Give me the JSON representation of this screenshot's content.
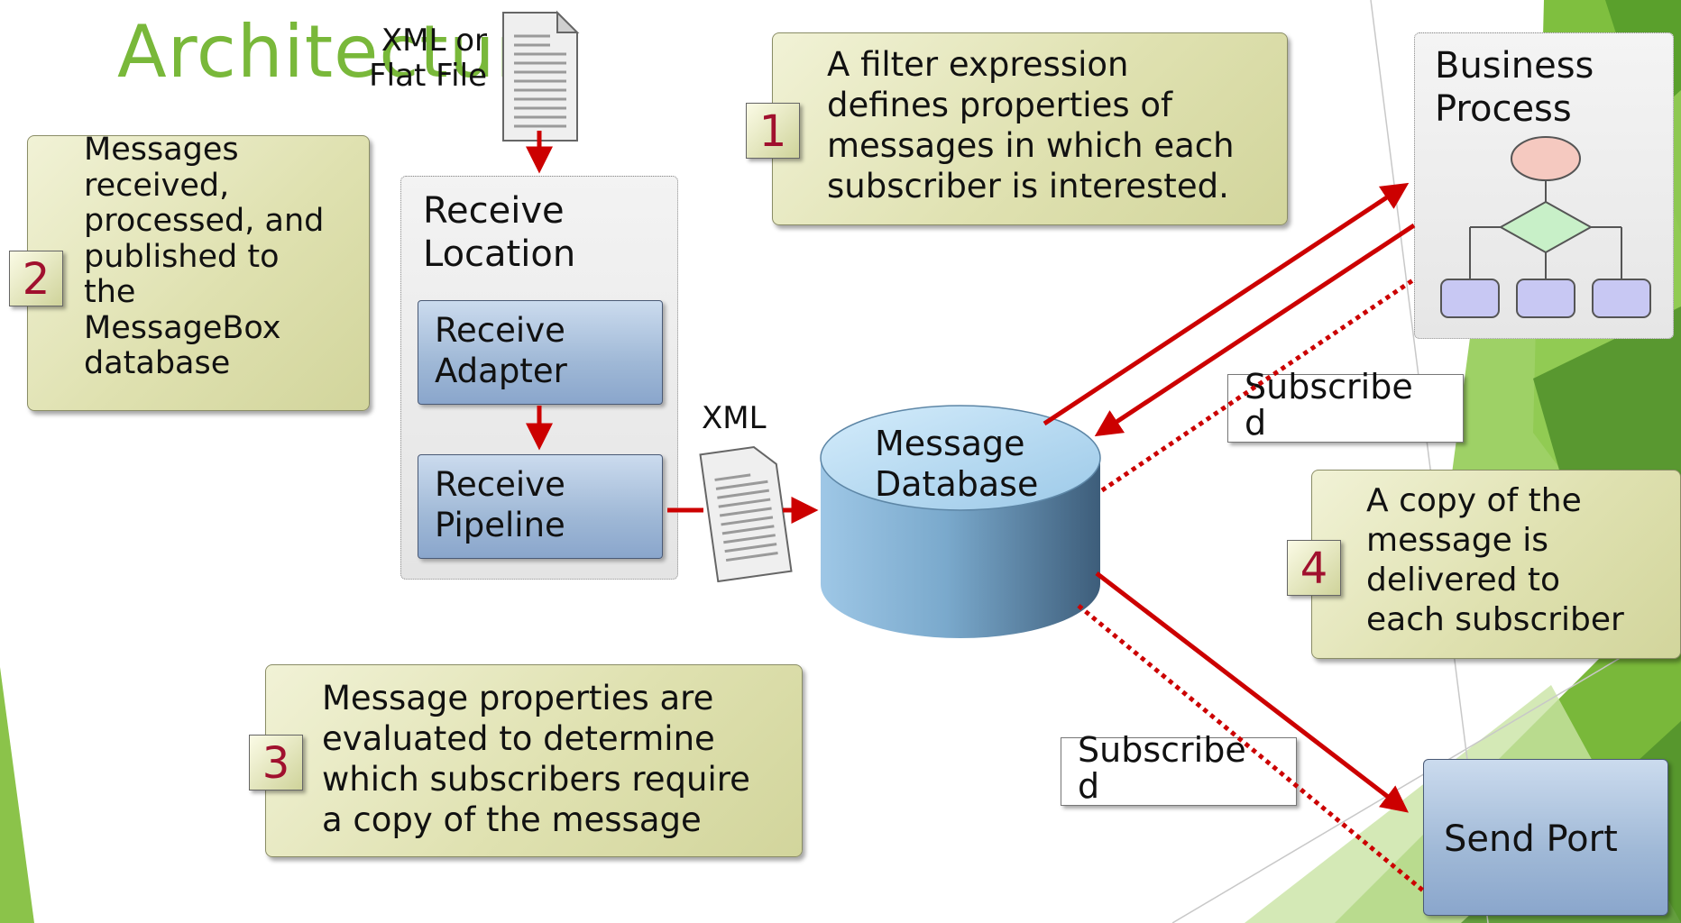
{
  "title": "Architecture",
  "inputs": {
    "top_document": "XML or\nFlat File",
    "middle_document": "XML"
  },
  "receive_location": {
    "title": "Receive\nLocation",
    "adapter": "Receive\nAdapter",
    "pipeline": "Receive\nPipeline"
  },
  "message_database": "Message\nDatabase",
  "business_process": "Business\nProcess",
  "send_port": "Send Port",
  "subscribed_labels": [
    "Subscribe\nd",
    "Subscribe\nd"
  ],
  "steps": [
    {
      "number": "1",
      "text": "A filter expression\ndefines properties of\nmessages in which each\nsubscriber is interested."
    },
    {
      "number": "2",
      "text": "Messages\nreceived,\nprocessed, and\npublished to\nthe\nMessageBox\ndatabase"
    },
    {
      "number": "3",
      "text": "Message properties are\nevaluated to determine\nwhich subscribers require\na copy of the message"
    },
    {
      "number": "4",
      "text": "A copy of the\nmessage is\ndelivered to\neach subscriber"
    }
  ],
  "colors": {
    "title": "#79b83a",
    "arrow": "#cc0000",
    "step_number": "#a0102e",
    "note_fill": "#dfe1b0",
    "green_accent": "#79b83a"
  },
  "icons": [
    "document-icon",
    "flowchart-icon",
    "cylinder-icon"
  ]
}
